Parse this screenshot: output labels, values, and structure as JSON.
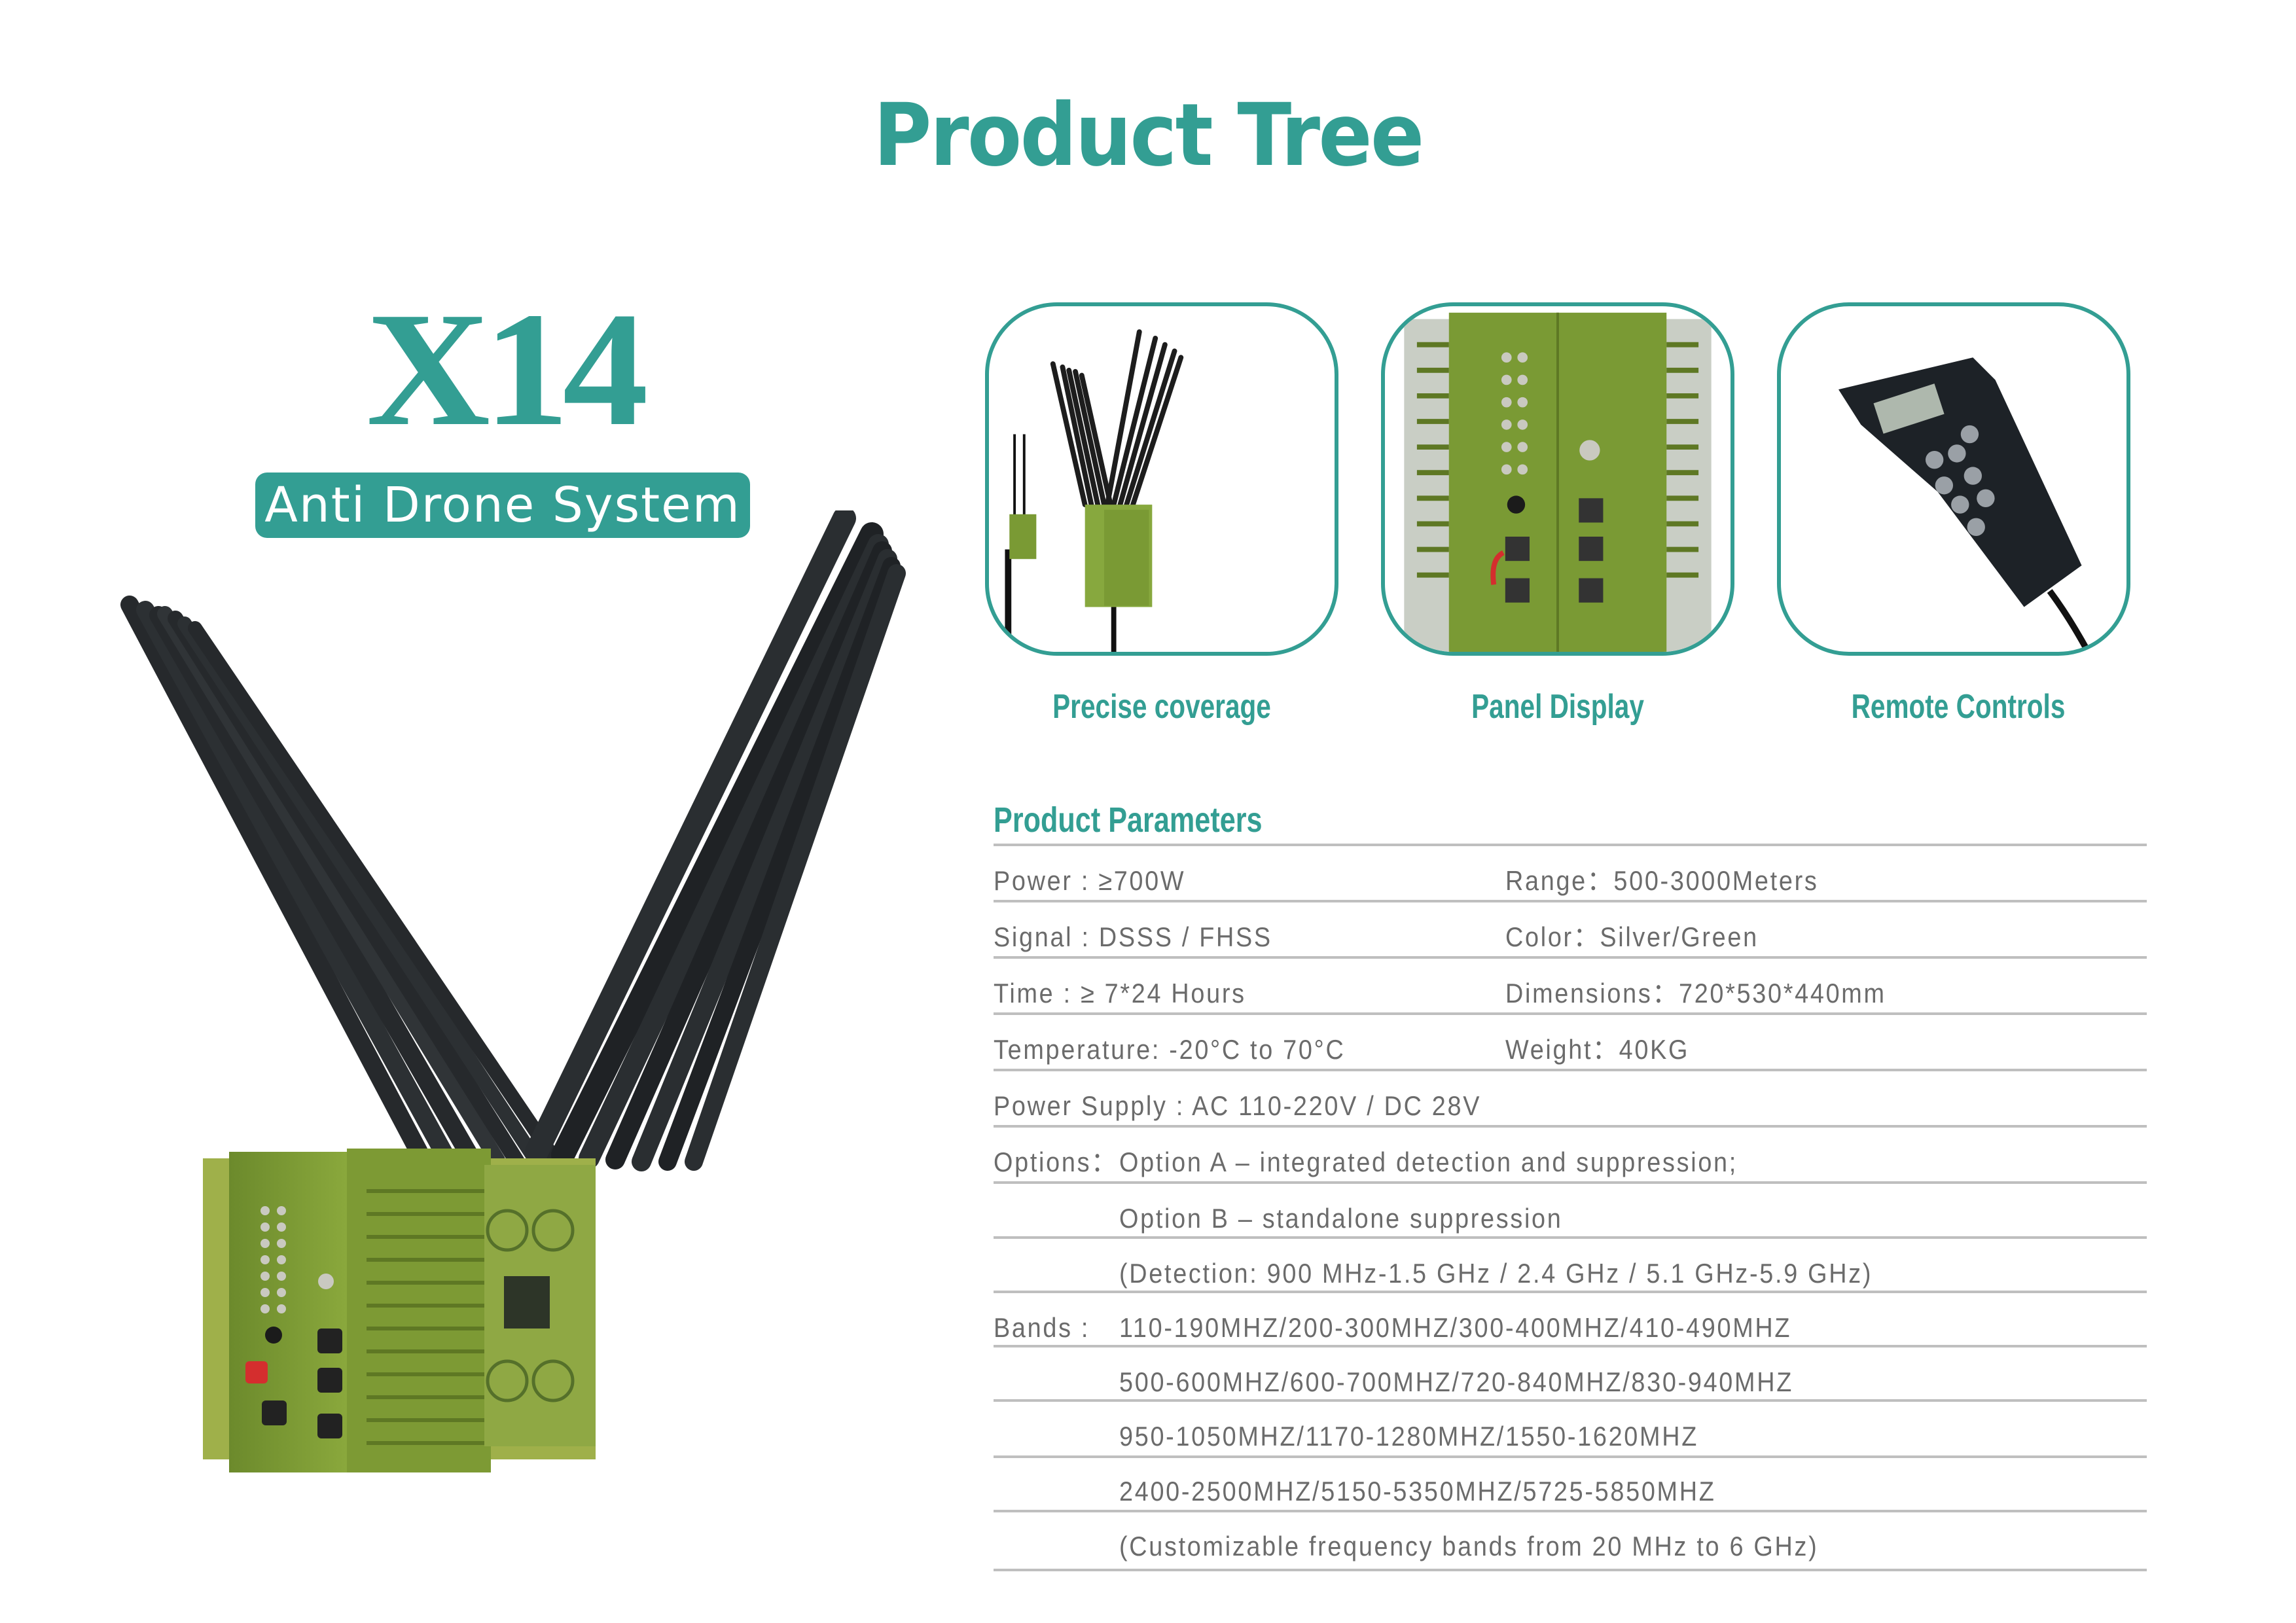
{
  "page": {
    "title": "Product Tree",
    "accent_color": "#339e93",
    "text_color": "#6b6b6b",
    "rule_color": "#bfbfbf"
  },
  "product": {
    "model": "X14",
    "subtitle": "Anti Drone System",
    "image": "jammer-unit-with-14-antennas-icon"
  },
  "features": [
    {
      "label": "Precise coverage",
      "image": "deployed-jammer-and-detector-icon"
    },
    {
      "label": "Panel Display",
      "image": "control-panel-closeup-icon"
    },
    {
      "label": "Remote Controls",
      "image": "handheld-remote-control-icon"
    }
  ],
  "parameters": {
    "title": "Product Parameters",
    "rows": [
      {
        "left": "Power  :  ≥700W",
        "right": "Range：500-3000Meters"
      },
      {
        "left": "Signal  :  DSSS / FHSS",
        "right": "Color：Silver/Green"
      },
      {
        "left": "Time     :  ≥ 7*24 Hours",
        "right": "Dimensions：720*530*440mm"
      },
      {
        "left": "Temperature: -20°C to 70°C",
        "right": "Weight：40KG"
      },
      {
        "left": "Power Supply : AC 110-220V / DC 28V"
      },
      {
        "left": "Options：",
        "indent": "Option A – integrated detection and suppression;"
      },
      {
        "indent": "Option B – standalone suppression"
      },
      {
        "indent": "(Detection: 900 MHz-1.5 GHz / 2.4 GHz / 5.1 GHz-5.9 GHz)"
      },
      {
        "left": "Bands  :",
        "indent": "110-190MHZ/200-300MHZ/300-400MHZ/410-490MHZ"
      },
      {
        "indent": "500-600MHZ/600-700MHZ/720-840MHZ/830-940MHZ"
      },
      {
        "indent": "950-1050MHZ/1170-1280MHZ/1550-1620MHZ"
      },
      {
        "indent": "2400-2500MHZ/5150-5350MHZ/5725-5850MHZ"
      },
      {
        "indent": "(Customizable frequency bands from 20 MHz to 6 GHz)"
      }
    ]
  }
}
